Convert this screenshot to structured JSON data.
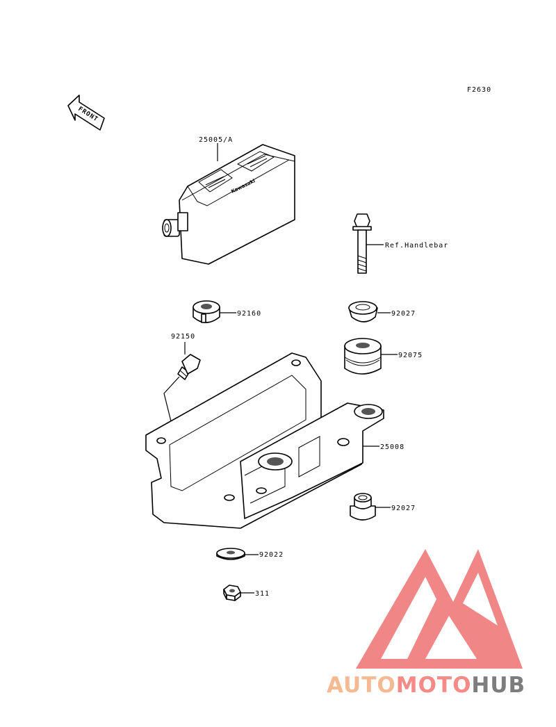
{
  "figure_code": "F2630",
  "front_label": "FRONT",
  "brand_on_meter": "Kawasaki",
  "callouts": {
    "meter": "25005/A",
    "bolt": "Ref.Handlebar",
    "grommet_small": "92160",
    "collar_top": "92027",
    "screw": "92150",
    "damper": "92075",
    "bracket": "25008",
    "collar_bottom": "92027",
    "washer": "92022",
    "nut": "311"
  },
  "watermark": {
    "part1": "AUTO",
    "part2": "MOTO",
    "part3": "HUB",
    "colors": {
      "auto": "#f5b993",
      "moto": "#f58a86",
      "hub": "#7d7d7d",
      "logo": "#f08686"
    }
  }
}
